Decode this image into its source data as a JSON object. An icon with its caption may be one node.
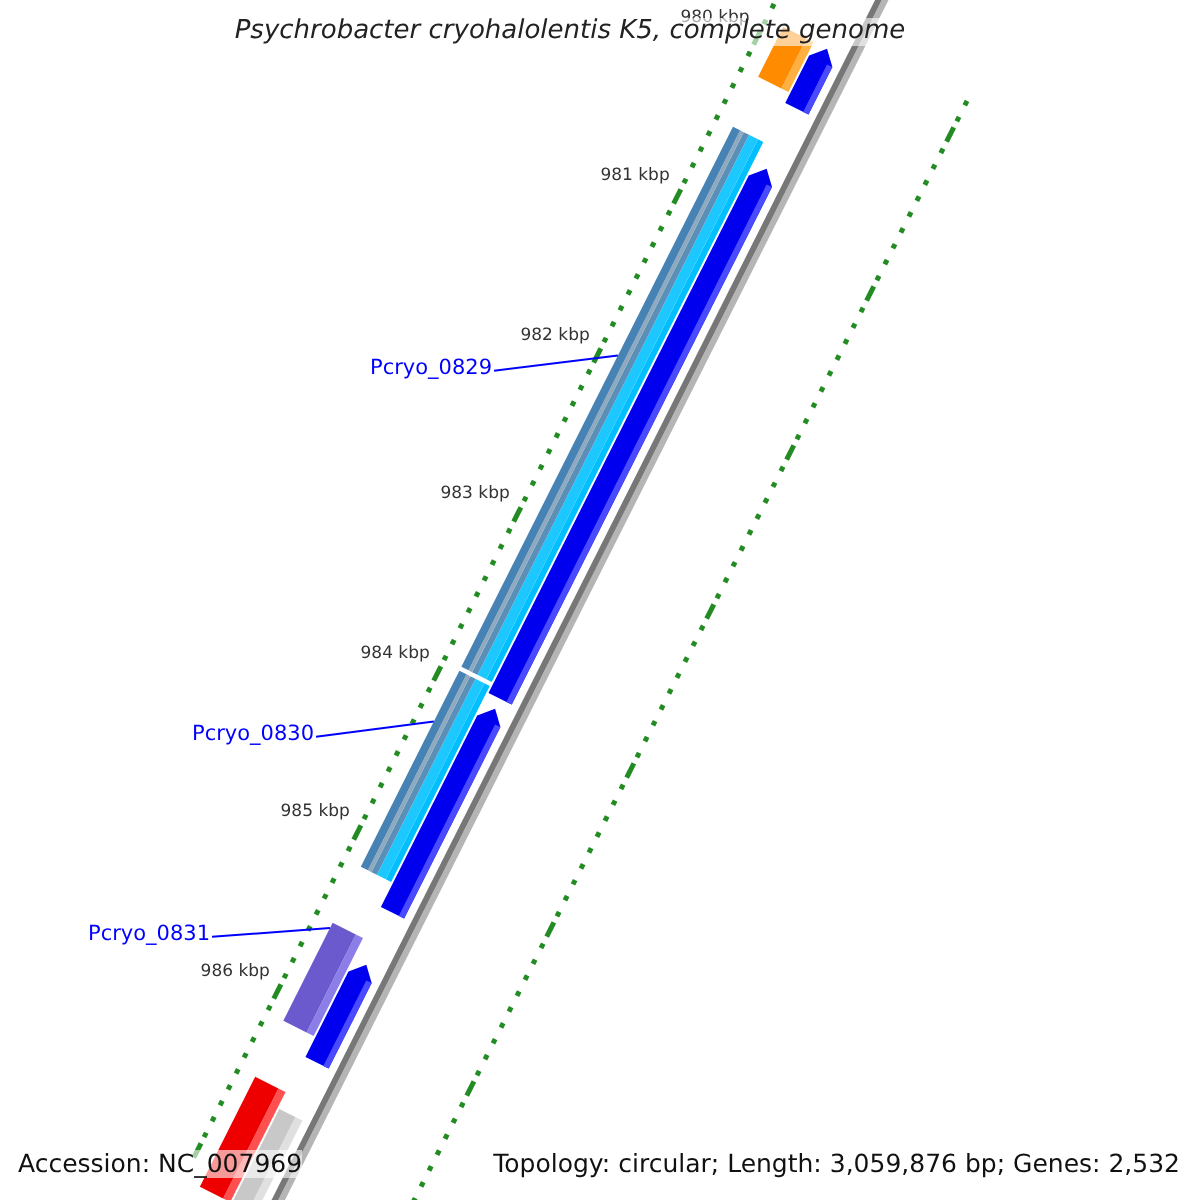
{
  "diagram": {
    "title": "Psychrobacter cryohalolentis K5, complete genome",
    "nodes": [
      {
        "text": [
          "Pcryo_0829"
        ]
      },
      {
        "text": [],
        "shape": "bar"
      },
      {
        "text": [
          "Pcryo_0830"
        ]
      },
      {
        "text": [],
        "shape": "bar"
      },
      {
        "text": [
          "Pcryo_0831"
        ]
      },
      {
        "text": [],
        "shape": "bar"
      }
    ],
    "edges": [
      {
        "from": 0,
        "to": 1,
        "arrow": "none"
      },
      {
        "from": 2,
        "to": 3,
        "arrow": "none"
      },
      {
        "from": 4,
        "to": 5,
        "arrow": "none"
      }
    ],
    "labels": [
      "980 kbp",
      "981 kbp",
      "982 kbp",
      "983 kbp",
      "984 kbp",
      "985 kbp",
      "986 kbp",
      "Accession: NC_007969",
      "Topology: circular; Length: 3,059,876 bp; Genes: 2,532"
    ]
  }
}
